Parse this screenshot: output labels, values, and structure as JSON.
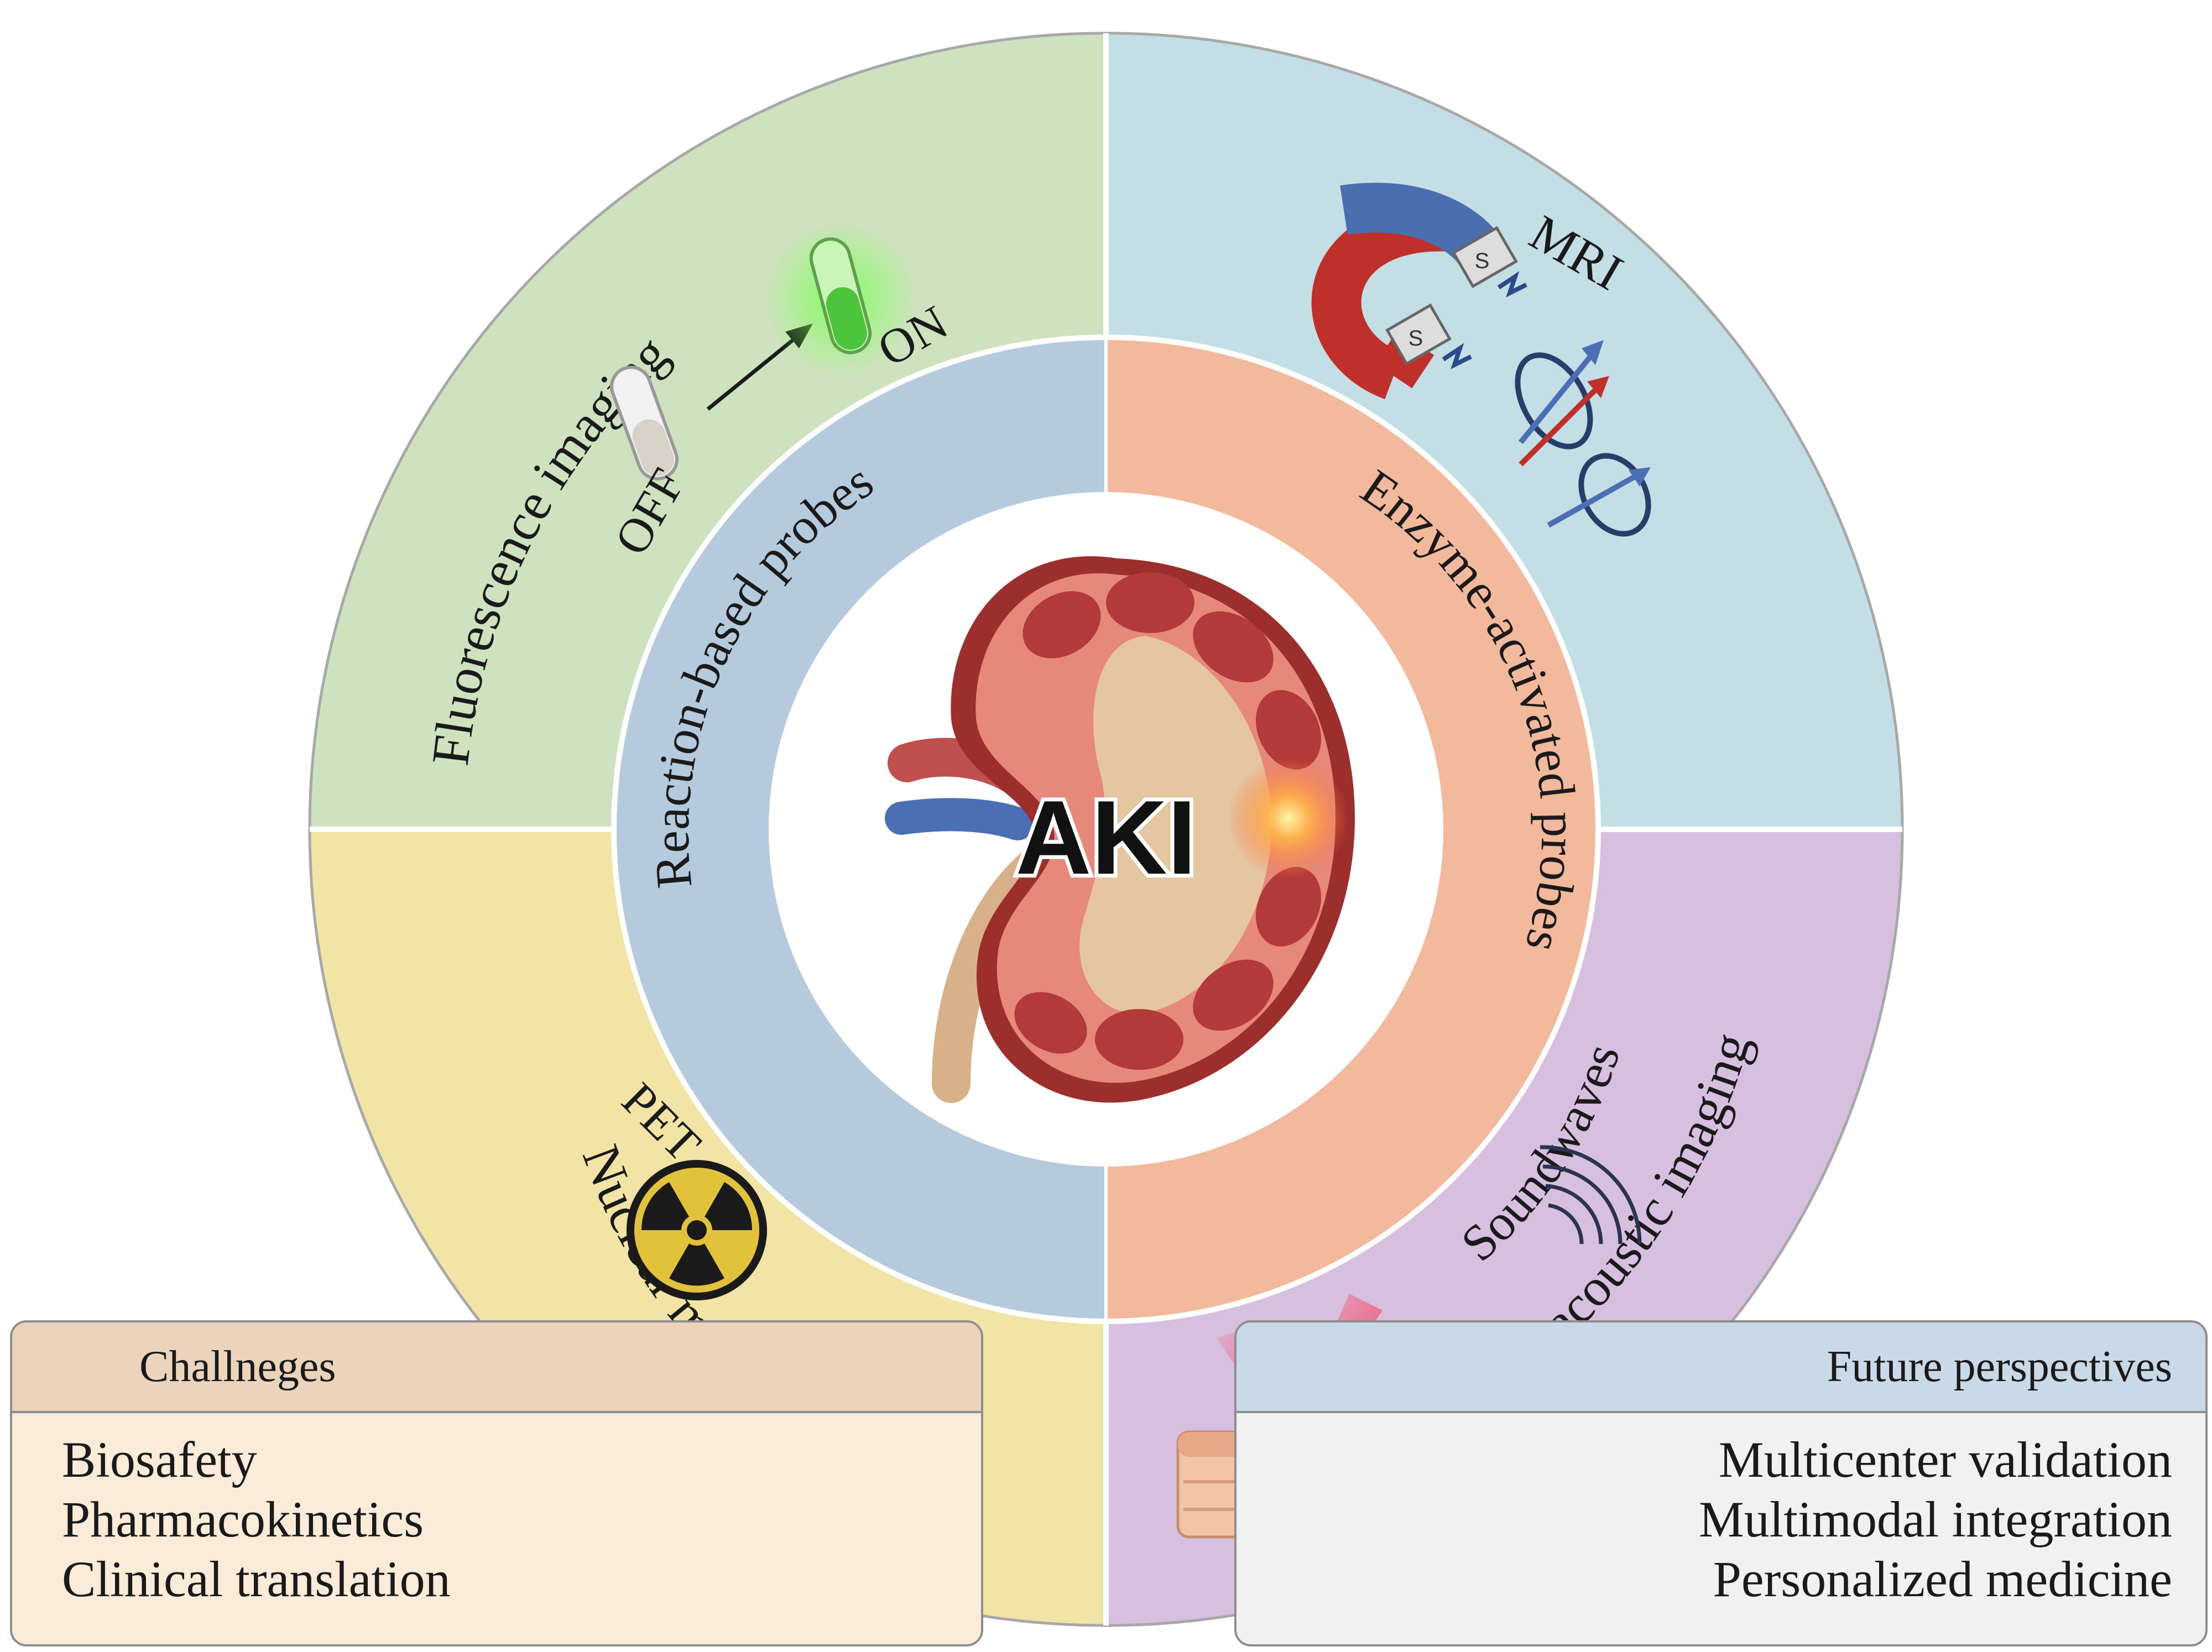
{
  "center_label": "AKI",
  "inner_ring": {
    "left": "Reaction-based probes",
    "right": "Enzyme-activated probes"
  },
  "modalities": {
    "fluorescence": {
      "title": "Fluorescence imaging",
      "off": "OFF",
      "on": "ON"
    },
    "mri": {
      "title": "MRI",
      "magnet_pole": "S"
    },
    "pet": {
      "title": "PET",
      "subtitle": "Nuclear medicine"
    },
    "photoacoustic": {
      "title": "Photoacoustic imaging",
      "subtitle": "Soundwaves"
    }
  },
  "challenges": {
    "header": "Challneges",
    "items": [
      "Biosafety",
      "Pharmacokinetics",
      "Clinical translation"
    ]
  },
  "future": {
    "header": "Future perspectives",
    "items": [
      "Multicenter validation",
      "Multimodal integration",
      "Personalized medicine"
    ]
  },
  "colors": {
    "fluorescence_bg": "#cfe2bf",
    "mri_bg": "#c3dfe5",
    "pet_bg": "#f1e4a5",
    "photoacoustic_bg": "#d7c0df",
    "inner_left": "#b6cade",
    "inner_right": "#f3b99c",
    "kidney": "#c0504d"
  }
}
